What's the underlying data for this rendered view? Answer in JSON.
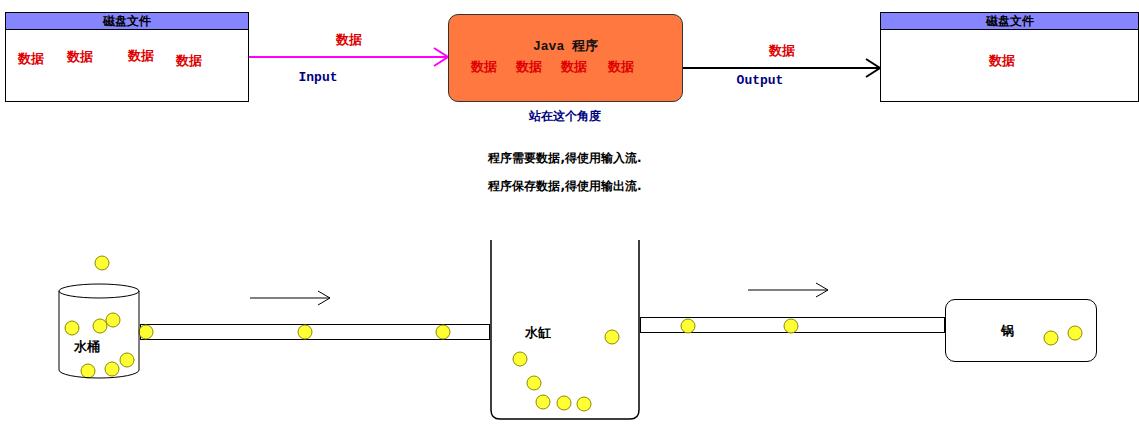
{
  "diagram": {
    "nodes": [
      {
        "text": [
          "磁盘文件",
          "数据",
          "数据",
          "数据",
          "数据"
        ]
      },
      {
        "text": [
          "Java 程序",
          "数据",
          "数据",
          "数据",
          "数据"
        ]
      },
      {
        "text": [
          "磁盘文件",
          "数据"
        ]
      },
      {
        "text": [
          "水桶"
        ]
      },
      {
        "text": [
          "水缸"
        ]
      },
      {
        "text": [
          "锅"
        ]
      }
    ],
    "edges": [
      {
        "from": 0,
        "to": 1,
        "label": "数据",
        "arrow": "to"
      },
      {
        "from": 1,
        "to": 2,
        "label": "数据",
        "arrow": "to"
      },
      {
        "from": 3,
        "to": 4,
        "arrow": "none"
      },
      {
        "from": 4,
        "to": 5,
        "arrow": "none"
      }
    ],
    "labels": [
      "Input",
      "Output",
      "站在这个角度",
      "程序需要数据,得使用输入流.",
      "程序保存数据,得使用输出流."
    ]
  }
}
